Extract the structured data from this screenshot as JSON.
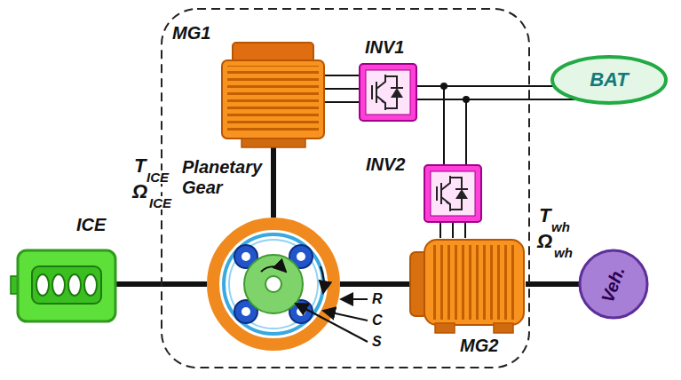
{
  "diagram": {
    "nodes": [
      {
        "text": [
          "ICE"
        ]
      },
      {
        "text": [
          "Planetary Gear"
        ]
      },
      {
        "text": [
          "MG1"
        ]
      },
      {
        "text": [
          "INV1"
        ]
      },
      {
        "text": [
          "BAT"
        ]
      },
      {
        "text": [
          "INV2"
        ]
      },
      {
        "text": [
          "MG2"
        ]
      },
      {
        "text": [
          "Veh."
        ]
      }
    ],
    "edges": [
      {
        "from": 0,
        "to": 1,
        "arrow": "none"
      },
      {
        "from": 1,
        "to": 2,
        "arrow": "none"
      },
      {
        "from": 2,
        "to": 3,
        "arrow": "none"
      },
      {
        "from": 3,
        "to": 4,
        "arrow": "none"
      },
      {
        "from": 5,
        "to": 4,
        "arrow": "none"
      },
      {
        "from": 5,
        "to": 6,
        "arrow": "none"
      },
      {
        "from": 1,
        "to": 6,
        "arrow": "none"
      },
      {
        "from": 6,
        "to": 7,
        "arrow": "none"
      }
    ],
    "labels": [
      "T",
      "ICE",
      "Ω",
      "ICE",
      "R",
      "C",
      "S",
      "T",
      "wh",
      "Ω",
      "wh"
    ]
  }
}
